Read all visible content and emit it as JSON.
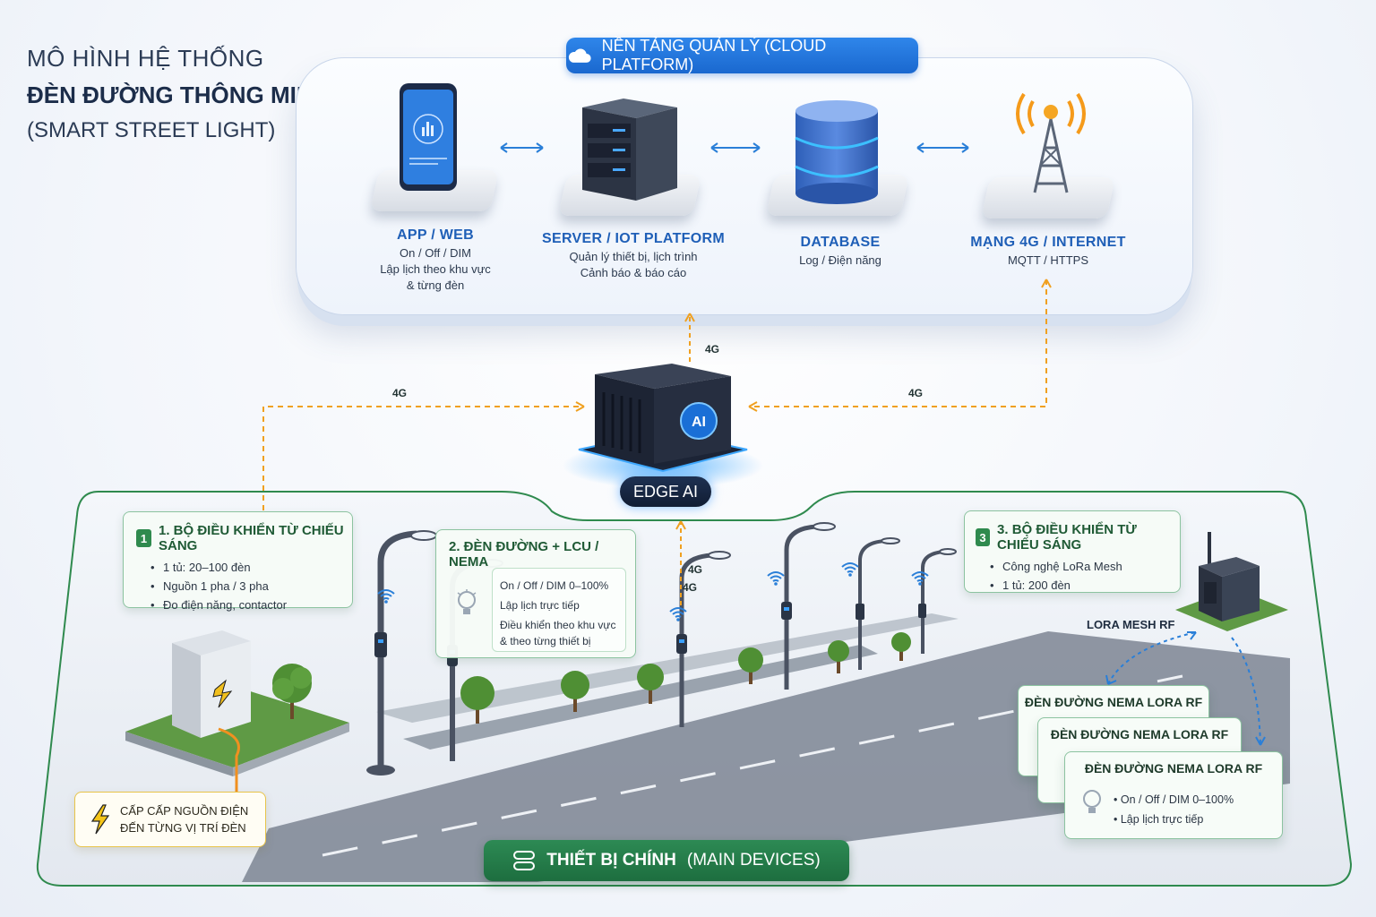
{
  "title": {
    "line1": "MÔ HÌNH HỆ THỐNG",
    "line2": "ĐÈN ĐƯỜNG THÔNG MINH",
    "line3": "(SMART STREET LIGHT)"
  },
  "cloud": {
    "badge": "NỀN TẢNG QUẢN LÝ (CLOUD PLATFORM)",
    "nodes": [
      {
        "title": "APP / WEB",
        "lines": [
          "On / Off / DIM",
          "Lập lịch theo khu vực",
          "& từng đèn"
        ]
      },
      {
        "title": "SERVER / IOT PLATFORM",
        "lines": [
          "Quản lý thiết bị, lịch trình",
          "Cảnh báo & báo cáo"
        ]
      },
      {
        "title": "DATABASE",
        "lines": [
          "Log / Điện năng"
        ]
      },
      {
        "title": "MẠNG 4G / INTERNET",
        "lines": [
          "MQTT / HTTPS"
        ]
      }
    ]
  },
  "edge": {
    "label": "EDGE AI",
    "chip": "AI",
    "link_up": "4G",
    "link_left": "4G",
    "link_right": "4G",
    "link_pole_a": "4G",
    "link_pole_b": "4G"
  },
  "cards": {
    "controller1": {
      "num": "1",
      "title": "1. BỘ ĐIỀU KHIỂN TỪ CHIẾU SÁNG",
      "items": [
        "1 tủ: 20–100 đèn",
        "Nguồn 1 pha / 3 pha",
        "Đo điện năng, contactor"
      ]
    },
    "lamp_lcu": {
      "title": "2. ĐÈN ĐƯỜNG + LCU / NEMA",
      "items": [
        "On / Off / DIM 0–100%",
        "Lập lịch trực tiếp",
        "Điều khiển theo khu vực",
        "& theo từng thiết bị"
      ]
    },
    "controller3": {
      "num": "3",
      "title": "3. BỘ ĐIỀU KHIỂN TỪ CHIẾU SÁNG",
      "items": [
        "Công nghệ LoRa Mesh",
        "1 tủ: 200 đèn"
      ]
    }
  },
  "power": {
    "line1": "CẤP CẤP NGUỒN ĐIỆN",
    "line2": "ĐẾN TỪNG VỊ TRÍ ĐÈN"
  },
  "lora_mesh": "LORA MESH RF",
  "nema": {
    "back_title": "ĐÈN ĐƯỜNG NEMA LORA RF",
    "mid_title": "ĐÈN ĐƯỜNG NEMA LORA RF",
    "front_title": "ĐÈN ĐƯỜNG NEMA LORA RF",
    "front_items": [
      "On / Off / DIM 0–100%",
      "Lập lịch trực tiếp"
    ]
  },
  "main_badge": {
    "bold": "THIẾT BỊ CHÍNH",
    "rest": "(MAIN DEVICES)"
  },
  "colors": {
    "cloud_blue": "#1a68cf",
    "green": "#2d8a54",
    "link_orange": "#f0a020",
    "lora_blue": "#2a7fd8"
  }
}
